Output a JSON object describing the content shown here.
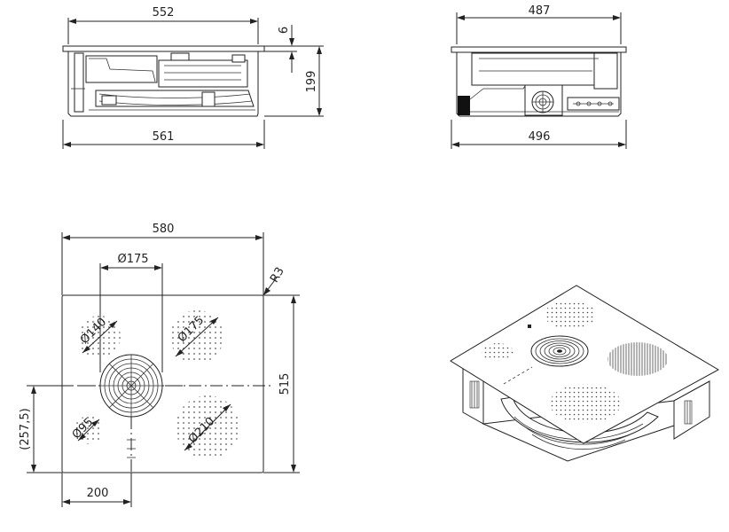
{
  "side_view_a": {
    "width_top": "552",
    "width_bottom": "561",
    "height": "199",
    "thickness": "6"
  },
  "side_view_b": {
    "width_top": "487",
    "width_bottom": "496"
  },
  "plan_view": {
    "width": "580",
    "depth": "515",
    "half_depth": "(257,5)",
    "offset": "200",
    "radius": "R3",
    "zones": {
      "top_left": "Ø140",
      "top_right": "Ø175",
      "top_span": "Ø175",
      "bottom_left": "Ø95",
      "bottom_right": "Ø210"
    }
  },
  "colors": {
    "ink": "#222222",
    "background": "#ffffff"
  }
}
